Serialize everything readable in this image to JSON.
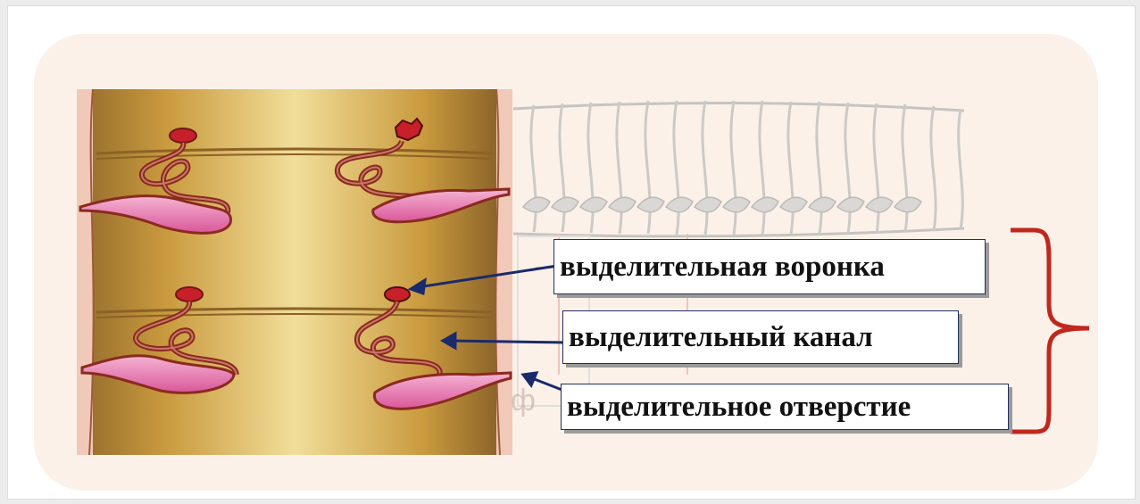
{
  "labels": {
    "funnel": "выделительная воронка",
    "canal": "выделительный канал",
    "opening": "выделительное отверстие"
  },
  "background_fragment": "ф",
  "colors": {
    "body_gold": "#c69a3f",
    "tube_red": "#8a2a1e",
    "bladder_pink": "#e46fa6",
    "arrow_navy": "#1a2a6a",
    "bracket_red": "#c0281e",
    "panel_bg": "#fbf1e8"
  }
}
